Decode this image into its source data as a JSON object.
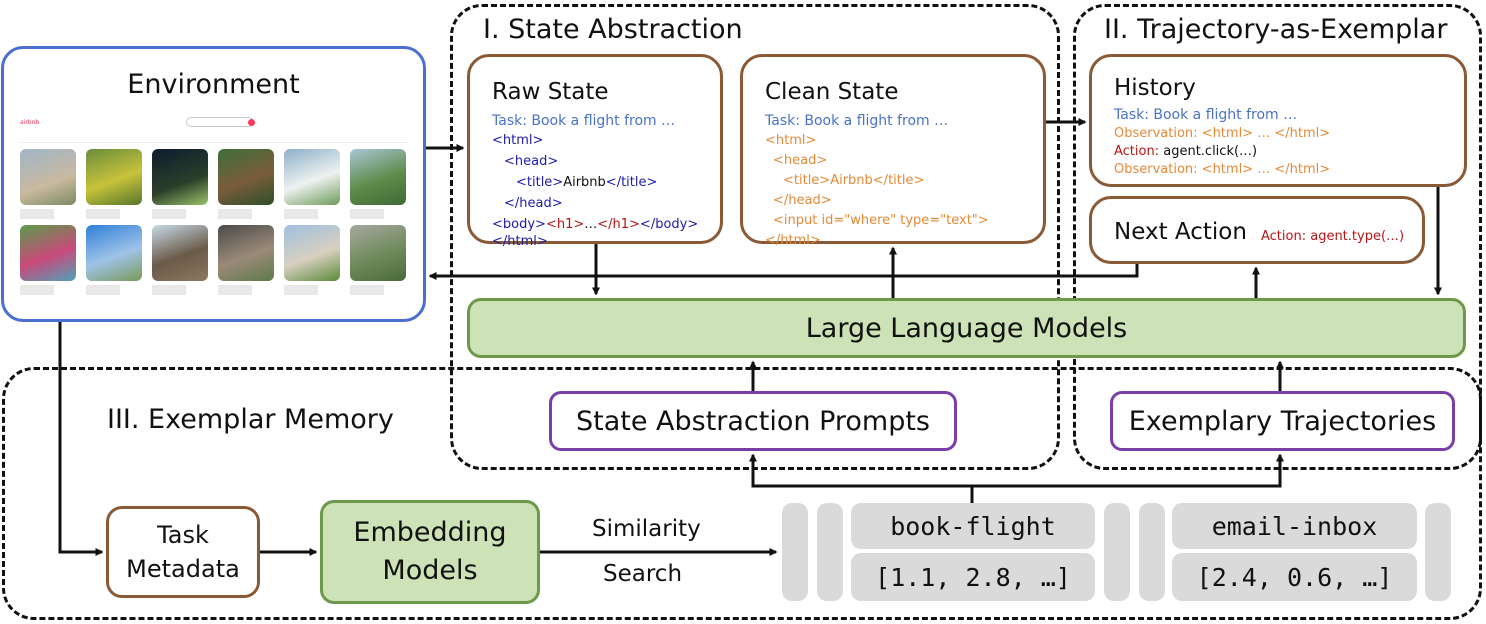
{
  "regions": {
    "state_abstraction": "I. State Abstraction",
    "trajectory": "II. Trajectory-as-Exemplar",
    "memory": "III. Exemplar Memory"
  },
  "environment": {
    "title": "Environment",
    "logo": "airbnb",
    "accent": "#ff385c"
  },
  "raw_state": {
    "title": "Raw State",
    "task": "Task: Book a flight from …",
    "l1": "<html>",
    "l2_open": "<head>",
    "l3_open": "<title>",
    "l3_text": "Airbnb",
    "l3_close": "</title>",
    "l4": "</head>",
    "l5_a": "<body>",
    "l5_b": "<h1>",
    "l5_c": "…",
    "l5_d": "</h1>",
    "l5_e": "</body>",
    "l6": "</html>"
  },
  "clean_state": {
    "title": "Clean State",
    "task": "Task: Book a flight from …",
    "l1": "<html>",
    "l2": "<head>",
    "l3": "<title>Airbnb</title>",
    "l4": "</head>",
    "l5": "<input id=\"where\" type=\"text\">",
    "l6": "</html>"
  },
  "history": {
    "title": "History",
    "task": "Task: Book a flight from …",
    "obs1": "Observation: <html> … </html>",
    "action_prefix": "Action: ",
    "action": "agent.click(…)",
    "obs2": "Observation: <html> … </html>"
  },
  "next_action": {
    "title": "Next Action",
    "action": "Action: agent.type(…)"
  },
  "llm": "Large Language Models",
  "prompts": "State Abstraction Prompts",
  "exemplary": "Exemplary Trajectories",
  "task_metadata": {
    "l1": "Task",
    "l2": "Metadata"
  },
  "embedding": {
    "l1": "Embedding",
    "l2": "Models"
  },
  "similarity": {
    "l1": "Similarity",
    "l2": "Search"
  },
  "memory_entries": [
    {
      "key": "book-flight",
      "vec": "[1.1, 2.8, …]"
    },
    {
      "key": "email-inbox",
      "vec": "[2.4, 0.6, …]"
    }
  ],
  "colors": {
    "brown": "#8a5a36",
    "purple": "#7a3ea8",
    "green_fill": "#cde2b6",
    "env_border": "#4a6fd0",
    "task_blue": "#4a72c8",
    "tag_navy": "#1c1ca8",
    "obs_orange": "#e48a37",
    "action_red": "#b81414"
  }
}
